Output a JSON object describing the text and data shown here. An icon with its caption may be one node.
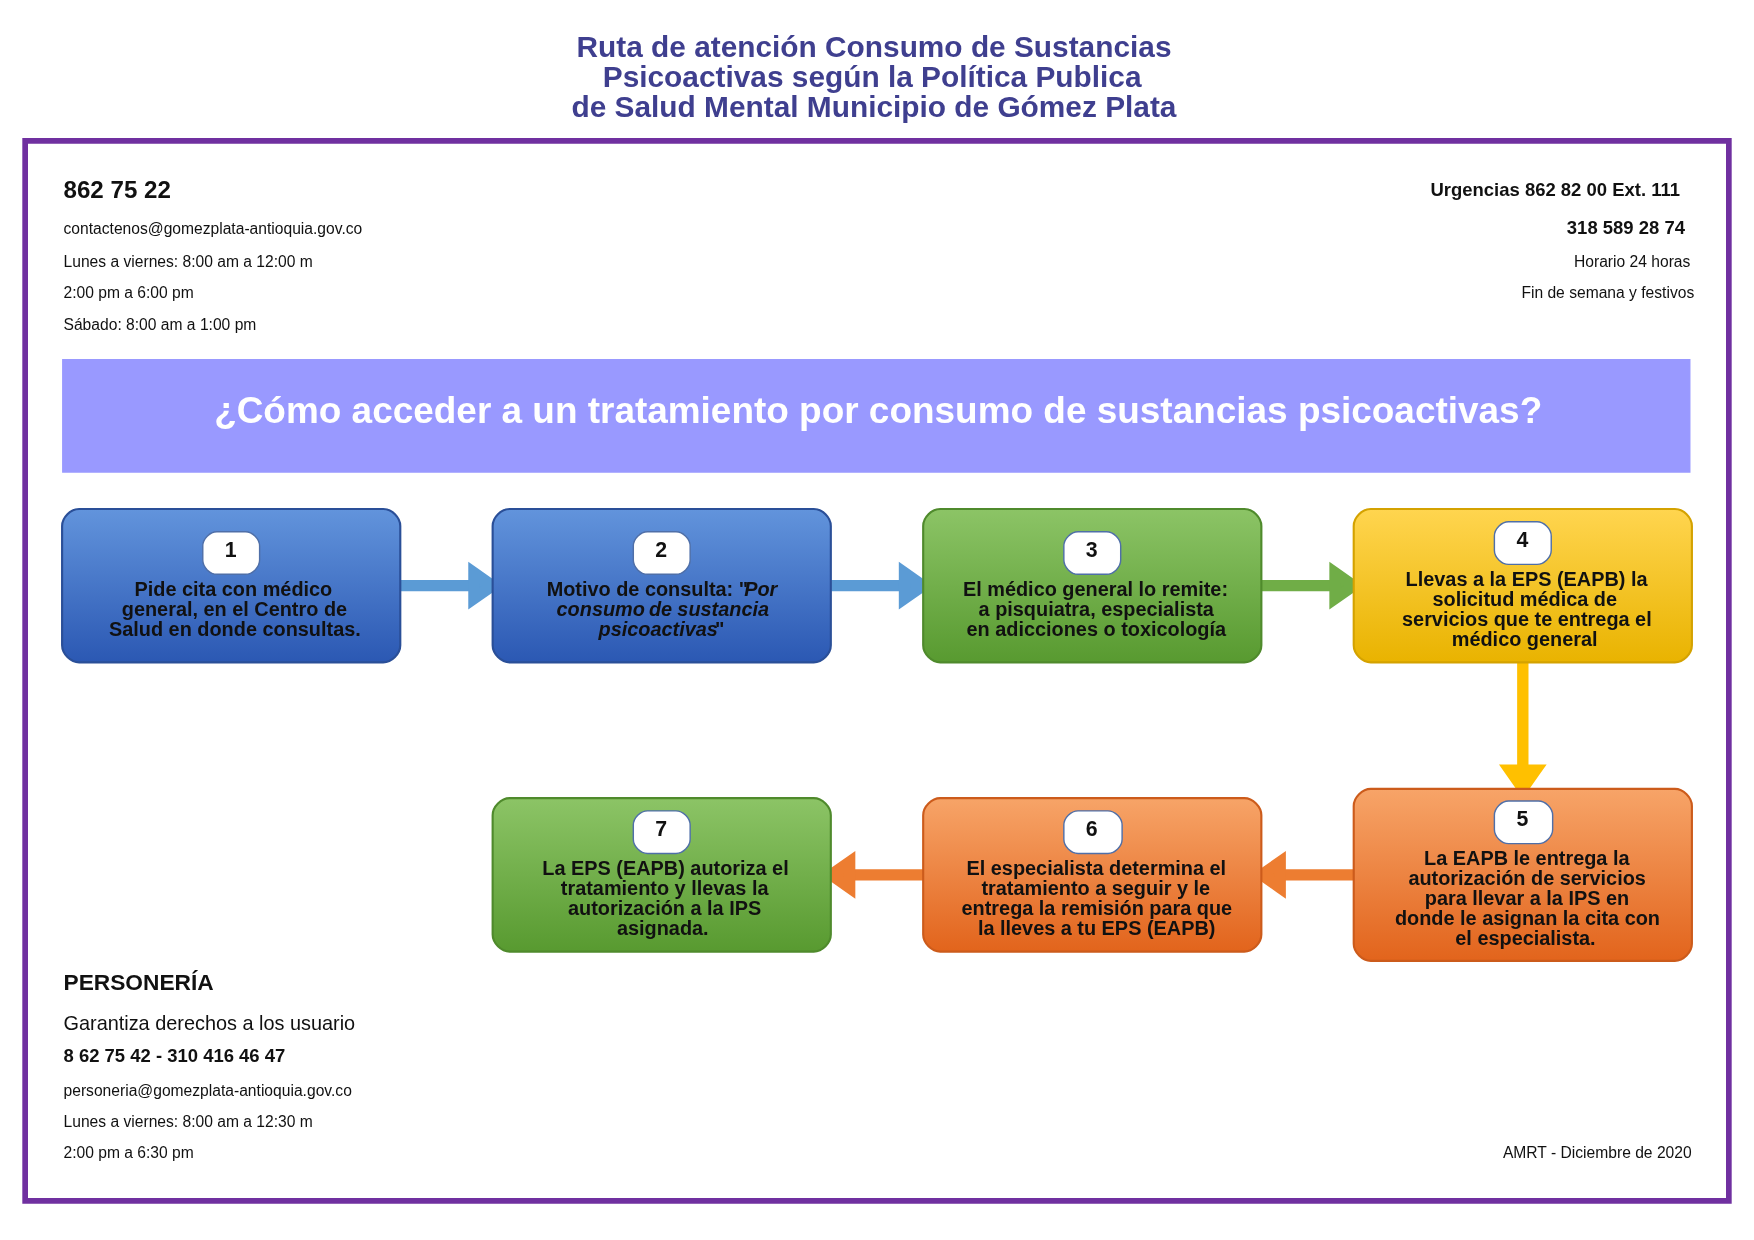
{
  "diagram": {
    "title": "Ruta de atención Consumo de Sustancias Psicoactivas según la Política Publica de Salud Mental Municipio de Gómez Plata",
    "nodes": [
      {
        "text": [],
        "shape": "box"
      },
      {
        "text": [
          "¿Cómo acceder a un tratamiento por consumo de sustancias psicoactivas?"
        ],
        "in": 0
      },
      {
        "text": [
          "1",
          "Pide cita con médico general, en el Centro de Salud en donde consultas."
        ],
        "in": 0
      },
      {
        "text": [
          "2",
          "Motivo de consulta: \"*Por consumo de sustancia psicoactivas*\""
        ],
        "in": 0
      },
      {
        "text": [
          "3",
          "El médico general lo remite: a pisquiatra, especialista en adicciones o toxicología"
        ],
        "in": 0
      },
      {
        "text": [
          "4",
          "Llevas a la EPS (EAPB) la solicitud médica de servicios que te entrega el médico general"
        ],
        "in": 0
      },
      {
        "text": [
          "5",
          "La EAPB le entrega la autorización de servicios para llevar a la IPS en donde le asignan la cita con el especialista."
        ],
        "in": 0
      },
      {
        "text": [
          "6",
          "El especialista determina el tratamiento a seguir y le entrega la remisión para que la lleves a tu EPS (EAPB)"
        ],
        "in": 0
      },
      {
        "text": [
          "7",
          "La EPS (EAPB) autoriza el tratamiento y llevas la autorización a la IPS asignada."
        ],
        "in": 0
      }
    ],
    "edges": [
      {
        "from": 2,
        "to": 3,
        "arrow": "to",
        "color": "#5b9bd5"
      },
      {
        "from": 3,
        "to": 4,
        "arrow": "to",
        "color": "#5b9bd5"
      },
      {
        "from": 4,
        "to": 5,
        "arrow": "to",
        "color": "#70ad47"
      },
      {
        "from": 5,
        "to": 6,
        "arrow": "to",
        "color": "#ffc000"
      },
      {
        "from": 6,
        "to": 7,
        "arrow": "to",
        "color": "#ed7d31"
      },
      {
        "from": 7,
        "to": 8,
        "arrow": "to",
        "color": "#ed7d31"
      }
    ],
    "labels": [
      "862 75 22",
      "contactenos@gomezplata-antioquia.gov.co",
      "Lunes a viernes: 8:00 am a 12:00 m",
      "2:00 pm a 6:00 pm",
      "Sábado: 8:00 am a 1:00 pm",
      "Urgencias 862 82 00 Ext. 111",
      "318 589 28 74",
      "Horario 24 horas",
      "Fin de semana y festivos",
      "PERSONERÍA",
      "Garantiza derechos a los usuario",
      "8 62 75 42 - 310 416 46 47",
      "personeria@gomezplata-antioquia.gov.co",
      "Lunes a viernes: 8:00 am a 12:30 m",
      "2:00 pm a 6:30 pm",
      "AMRT - Diciembre de 2020"
    ]
  }
}
